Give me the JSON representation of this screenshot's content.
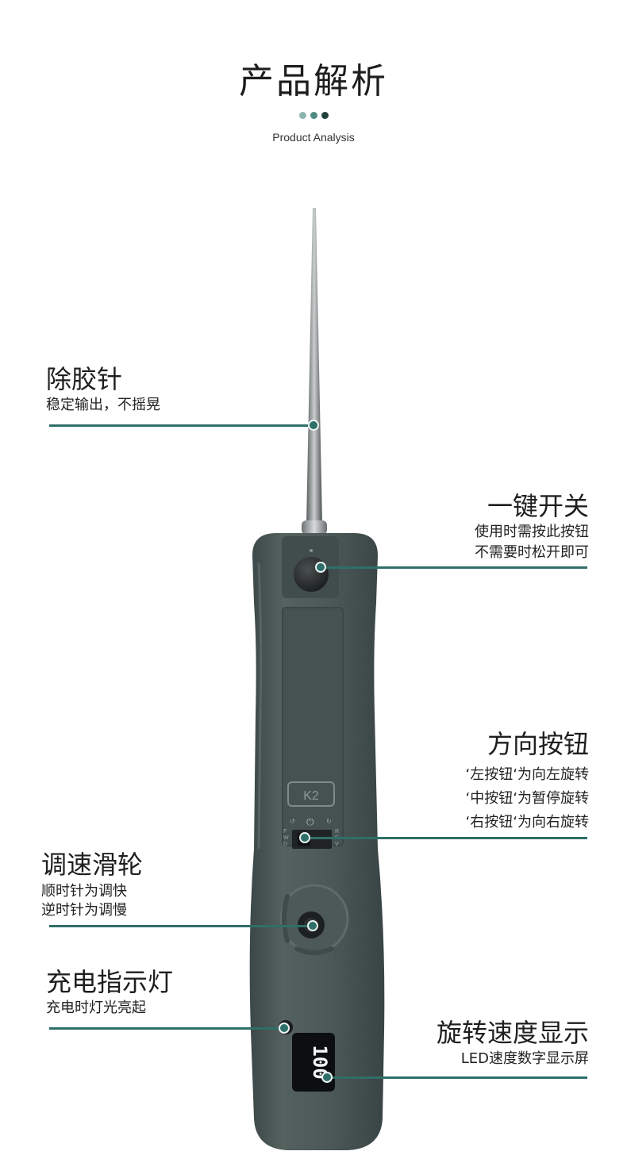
{
  "header": {
    "title": "产品解析",
    "subtitle": "Product Analysis",
    "dot_colors": [
      "#8db5ae",
      "#4f8a83",
      "#20403c"
    ]
  },
  "colors": {
    "accent": "#2e6f69",
    "device_body": "#4a5656",
    "background": "#ffffff"
  },
  "device": {
    "model_badge": "K2",
    "switch_left_letters": "F W D",
    "switch_right_letters": "R E V",
    "display_value": "100"
  },
  "features": [
    {
      "title": "除胶针",
      "desc": [
        "稳定输出，不摇晃"
      ]
    },
    {
      "title": "一键开关",
      "desc": [
        "使用时需按此按钮",
        "不需要时松开即可"
      ]
    },
    {
      "title": "方向按钮",
      "desc": [
        "‘左按钮‘为向左旋转",
        "‘中按钮‘为暂停旋转",
        "‘右按钮‘为向右旋转"
      ]
    },
    {
      "title": "调速滑轮",
      "desc": [
        "顺时针为调快",
        "逆时针为调慢"
      ]
    },
    {
      "title": "充电指示灯",
      "desc": [
        "充电时灯光亮起"
      ]
    },
    {
      "title": "旋转速度显示",
      "desc": [
        "LED速度数字显示屏"
      ]
    }
  ]
}
